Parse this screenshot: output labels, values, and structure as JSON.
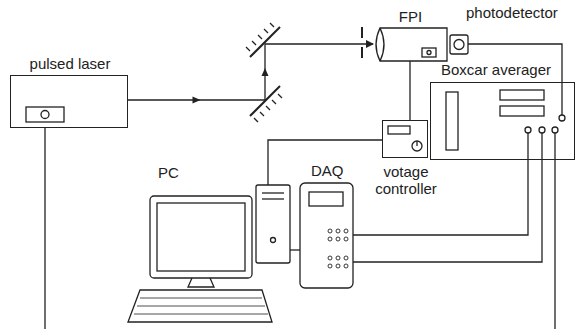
{
  "diagram": {
    "nodes": [
      {
        "text": [
          "pulsed laser"
        ]
      },
      {
        "text": [
          "FPI"
        ]
      },
      {
        "text": [
          "photodetector"
        ]
      },
      {
        "text": [
          "Boxcar averager"
        ]
      },
      {
        "text": [
          "votage controller"
        ]
      },
      {
        "text": [
          "PC"
        ]
      },
      {
        "text": [
          "DAQ"
        ]
      }
    ],
    "edges": [
      {
        "from": 0,
        "to": 1,
        "arrow": "to"
      },
      {
        "from": 2,
        "to": 3,
        "arrow": "none"
      },
      {
        "from": 1,
        "to": 4,
        "arrow": "none"
      },
      {
        "from": 4,
        "to": 5,
        "arrow": "none"
      },
      {
        "from": 5,
        "to": 6,
        "arrow": "none"
      },
      {
        "from": 6,
        "to": 3,
        "arrow": "none"
      },
      {
        "from": 6,
        "to": 3,
        "arrow": "none"
      }
    ]
  }
}
